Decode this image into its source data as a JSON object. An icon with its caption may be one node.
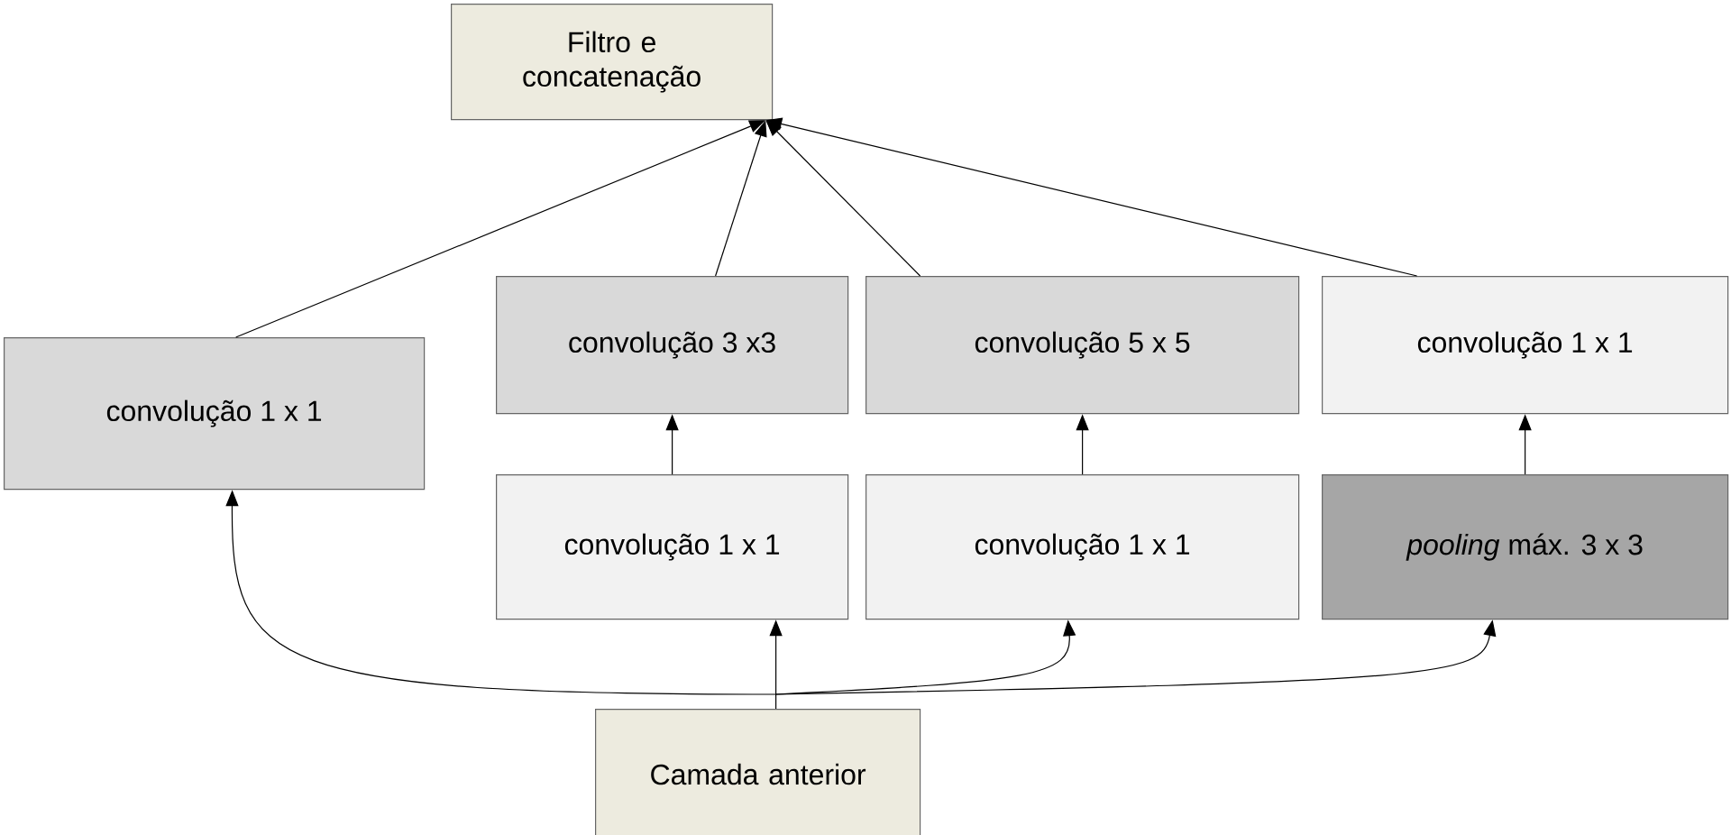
{
  "diagram": {
    "nodes": [
      {
        "text": [
          "Filtro e concatenação"
        ]
      },
      {
        "text": [
          "convolução 1 x 1"
        ]
      },
      {
        "text": [
          "convolução 3 x3"
        ]
      },
      {
        "text": [
          "convolução 5 x 5"
        ]
      },
      {
        "text": [
          "convolução 1 x 1"
        ]
      },
      {
        "text": [
          "convolução 1 x 1"
        ]
      },
      {
        "text": [
          "convolução 1 x 1"
        ]
      },
      {
        "text": [
          "*pooling* máx. 3 x 3"
        ]
      },
      {
        "text": [
          "Camada anterior"
        ]
      }
    ],
    "edges": [
      {
        "from": 1,
        "to": 0,
        "arrow": "to"
      },
      {
        "from": 2,
        "to": 0,
        "arrow": "to"
      },
      {
        "from": 3,
        "to": 0,
        "arrow": "to"
      },
      {
        "from": 4,
        "to": 0,
        "arrow": "to"
      },
      {
        "from": 5,
        "to": 2,
        "arrow": "to"
      },
      {
        "from": 6,
        "to": 3,
        "arrow": "to"
      },
      {
        "from": 7,
        "to": 4,
        "arrow": "to"
      },
      {
        "from": 8,
        "to": 5,
        "arrow": "to"
      },
      {
        "from": 8,
        "to": 1,
        "arrow": "to"
      },
      {
        "from": 8,
        "to": 6,
        "arrow": "to"
      },
      {
        "from": 8,
        "to": 7,
        "arrow": "to"
      }
    ]
  }
}
